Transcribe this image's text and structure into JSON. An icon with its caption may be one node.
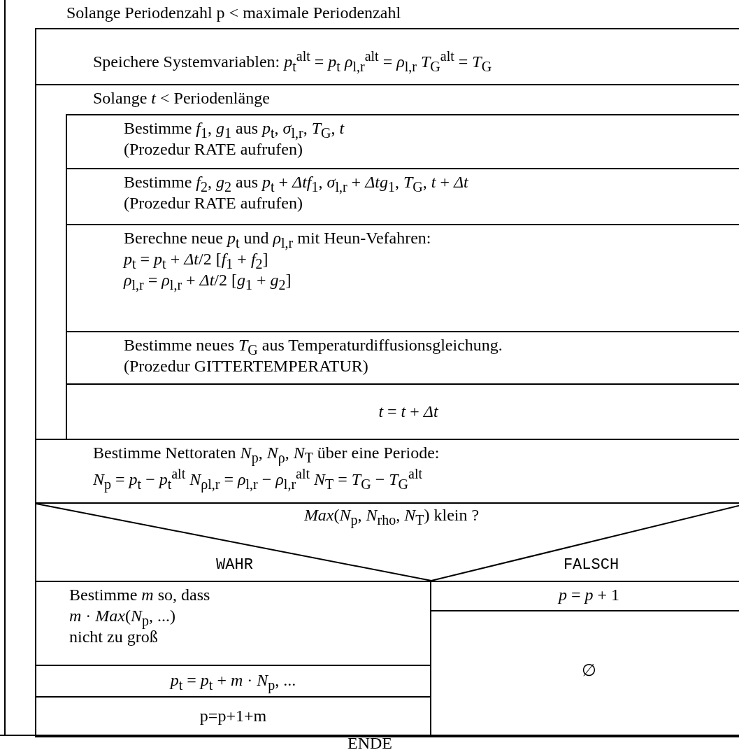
{
  "diagram": {
    "nodes": [
      {
        "text": [
          "Solange Periodenzahl p < maximale Periodenzahl"
        ]
      },
      {
        "text": [
          "Speichere Systemvariablen:   *p*$_{t}$$^{alt}$ = *p*$_{t}$   *ρ*$_{l,r}$$^{alt}$ = *ρ*$_{l,r}$   *T*$_{G}$$^{alt}$ = *T*$_{G}$"
        ],
        "in": 0
      },
      {
        "text": [
          "Solange *t* < Periodenlänge"
        ],
        "in": 0
      },
      {
        "text": [
          "Bestimme *f*$_{1}$, *g*$_{1}$ aus *p*$_{t}$, *σ*$_{l,r}$, *T*$_{G}$, *t*",
          "(Prozedur RATE aufrufen)"
        ],
        "in": 2
      },
      {
        "text": [
          "Bestimme *f*$_{2}$, *g*$_{2}$ aus *p*$_{t}$ + *Δtf*$_{1}$, *σ*$_{l,r}$ + *Δtg*$_{1}$, *T*$_{G}$, *t* + *Δt*",
          "(Prozedur RATE aufrufen)"
        ],
        "in": 2
      },
      {
        "text": [
          "Berechne neue *p*$_{t}$ und *ρ*$_{l,r}$ mit Heun-Vefahren:",
          "*p*$_{t}$ = *p*$_{t}$ + *Δt*/2 [*f*$_{1}$ + *f*$_{2}$]",
          "*ρ*$_{l,r}$ = *ρ*$_{l,r}$ + *Δt*/2 [*g*$_{1}$ + *g*$_{2}$]"
        ],
        "in": 2
      },
      {
        "text": [
          "Bestimme neues *T*$_{G}$ aus Temperaturdiffusionsgleichung.",
          "(Prozedur GITTERTEMPERATUR)"
        ],
        "in": 2
      },
      {
        "text": [
          "*t* = *t* + *Δt*"
        ],
        "in": 2
      },
      {
        "text": [
          "Bestimme Nettoraten *N*$_{p}$, *N*$_{ρ}$, *N*$_{T}$ über eine Periode:",
          "*N*$_{p}$ = *p*$_{t}$ − *p*$_{t}$$^{alt}$   *N*$_{ρl,r}$ = *ρ*$_{l,r}$ − *ρ*$_{l,r}$$^{alt}$   *N*$_{T}$ = *T*$_{G}$ − *T*$_{G}$$^{alt}$"
        ],
        "in": 0
      },
      {
        "text": [
          "*Max*(*N*$_{p}$, *N*$_{rho}$, *N*$_{T}$) klein ?",
          "WAHR",
          "FALSCH"
        ],
        "in": 0
      },
      {
        "text": [
          "Bestimme *m* so, dass",
          "*m* · *Max*(*N*$_{p}$, ...)",
          "nicht zu groß"
        ],
        "in": 0
      },
      {
        "text": [
          "*p*$_{t}$ = *p*$_{t}$ + *m* · *N*$_{p}$, ..."
        ],
        "in": 0
      },
      {
        "text": [
          "p=p+1+m"
        ],
        "in": 0
      },
      {
        "text": [
          "*p* = *p* + 1"
        ],
        "in": 0
      },
      {
        "text": [
          "∅"
        ],
        "in": 0
      },
      {
        "text": [
          "ENDE"
        ]
      }
    ]
  }
}
